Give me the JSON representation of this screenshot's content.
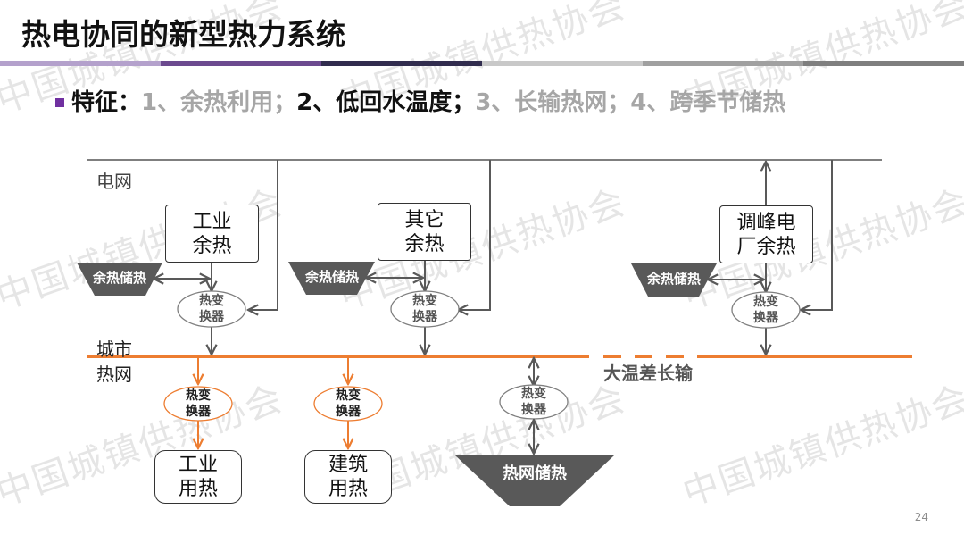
{
  "slide": {
    "title": "热电协同的新型热力系统",
    "page_number": "24",
    "header_bar_colors": [
      "#b4a1cc",
      "#6c4a8f",
      "#312c4e",
      "#c8c8c8",
      "#a0a0a0",
      "#7f7f7f"
    ],
    "watermark": "中国城镇供热协会"
  },
  "features": {
    "label": "特征：",
    "items": [
      {
        "text": "1、余热利用；",
        "highlighted": false
      },
      {
        "text": "2、低回水温度；",
        "highlighted": true
      },
      {
        "text": "3、长输热网；",
        "highlighted": false
      },
      {
        "text": "4、跨季节储热",
        "highlighted": false
      }
    ],
    "bullet_color": "#7030a0"
  },
  "diagram": {
    "grid_label": "电网",
    "city_network_label_line1": "城市",
    "city_network_label_line2": "热网",
    "long_distance_label": "大温差长输",
    "sources": [
      {
        "line1": "工业",
        "line2": "余热"
      },
      {
        "line1": "其它",
        "line2": "余热"
      },
      {
        "line1": "调峰电",
        "line2": "厂余热"
      }
    ],
    "storage_label": "余热储热",
    "exchanger_line1": "热变",
    "exchanger_line2": "换器",
    "consumers": [
      {
        "line1": "工业",
        "line2": "用热"
      },
      {
        "line1": "建筑",
        "line2": "用热"
      }
    ],
    "network_storage_label": "热网储热",
    "colors": {
      "heat_network": "#ed7d31",
      "lines": "#595959",
      "storage_fill": "#595959"
    }
  }
}
